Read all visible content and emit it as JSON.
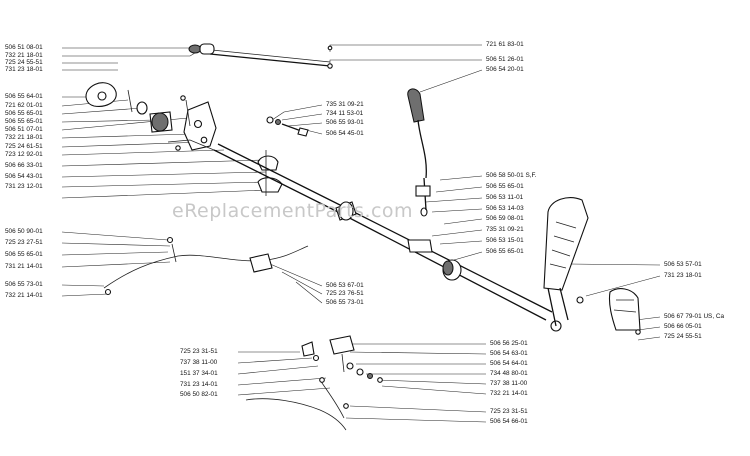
{
  "watermark": "eReplacementParts.com",
  "callouts": {
    "left_top": [
      "506 51 08-01",
      "732 21 18-01",
      "725 24 55-51",
      "731 23 18-01"
    ],
    "left_mid": [
      "506 55 64-01",
      "721 62 01-01",
      "506 55 65-01",
      "506 55 65-01",
      "506 51 07-01",
      "732 21 18-01",
      "725 24 61-51",
      "723 12 92-01",
      "506 66 33-01",
      "506 54 43-01",
      "731 23 12-01"
    ],
    "left_low": [
      "506 50 90-01",
      "725 23 27-51",
      "506 55 65-01",
      "731 21 14-01",
      "506 55 73-01",
      "732 21 14-01"
    ],
    "center_mid": [
      "735 31 09-21",
      "734 11 53-01",
      "506 55 93-01",
      "506 54 45-01"
    ],
    "center_low": [
      "506 53 67-01",
      "725 23 76-51",
      "506 55 73-01"
    ],
    "top_right": [
      "721 61 83-01",
      "506 51 26-01",
      "506 54 20-01"
    ],
    "right_mid": [
      "506 58 50-01 S,F.",
      "506 55 65-01",
      "506 53 11-01",
      "506 53 14-03",
      "506 59 08-01",
      "735 31 09-21",
      "506 53 15-01",
      "506 55 65-01"
    ],
    "right_far": [
      "506 53 57-01",
      "731 23 18-01"
    ],
    "right_guard": [
      "506 67 79-01 US, Ca",
      "506 66 05-01",
      "725 24 55-51"
    ],
    "bottom_left": [
      "725 23 31-51",
      "737 38 11-00",
      "151 37 34-01",
      "731 23 14-01",
      "506 50 82-01"
    ],
    "bottom_right": [
      "506 56 25-01",
      "506 54 63-01",
      "506 54 64-01",
      "734 48 80-01",
      "737 38 11-00",
      "732 21 14-01",
      "725 23 31-51",
      "506 54 66-01"
    ]
  }
}
